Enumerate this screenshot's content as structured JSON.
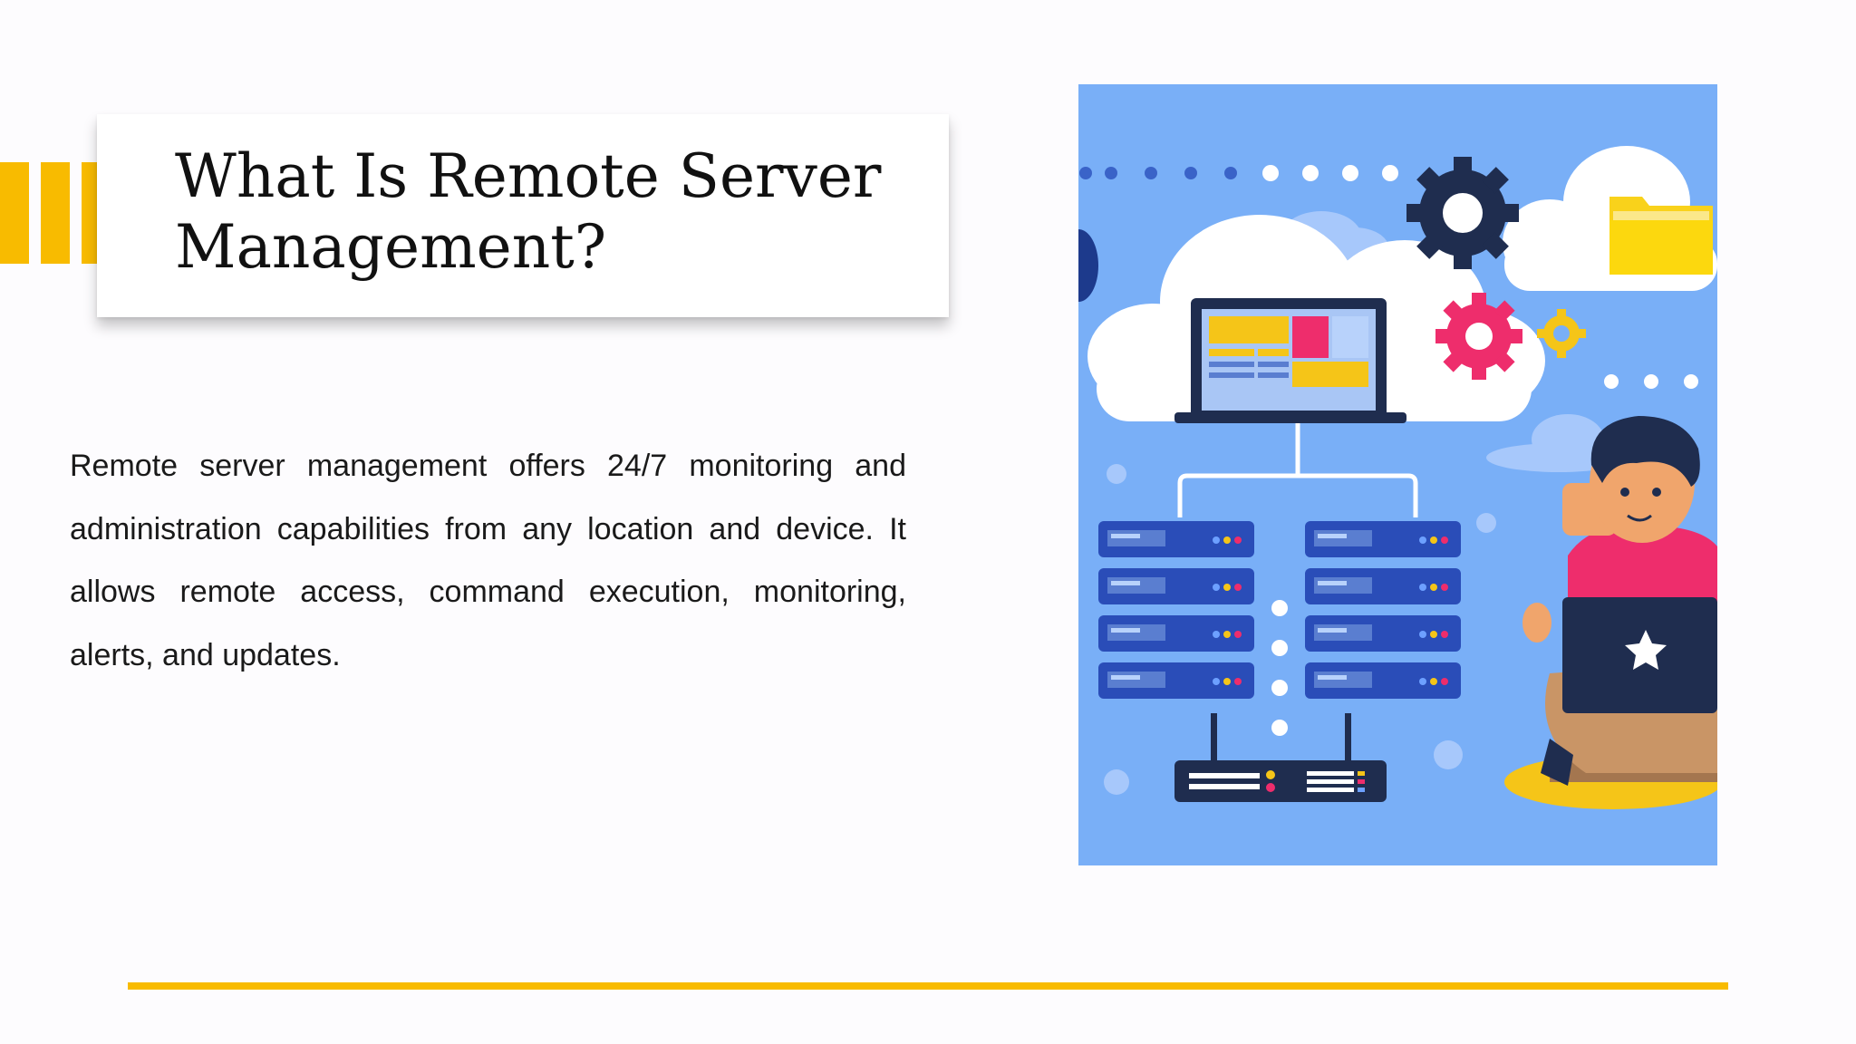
{
  "slide": {
    "title": "What Is Remote Server\nManagement?",
    "body": "Remote server management offers 24/7 monitoring and administration capabilities from any location and device. It allows remote access, command execution, monitoring, alerts, and updates.",
    "illustration_icon": "remote-server-illustration"
  },
  "colors": {
    "accent": "#f8bb00",
    "illustration_bg": "#79aff7",
    "server_blue": "#2a4db8",
    "navy": "#1f2d4f",
    "gear_pink": "#ee2d6c",
    "gear_yellow": "#f5c518",
    "folder_yellow": "#fbd91f"
  }
}
